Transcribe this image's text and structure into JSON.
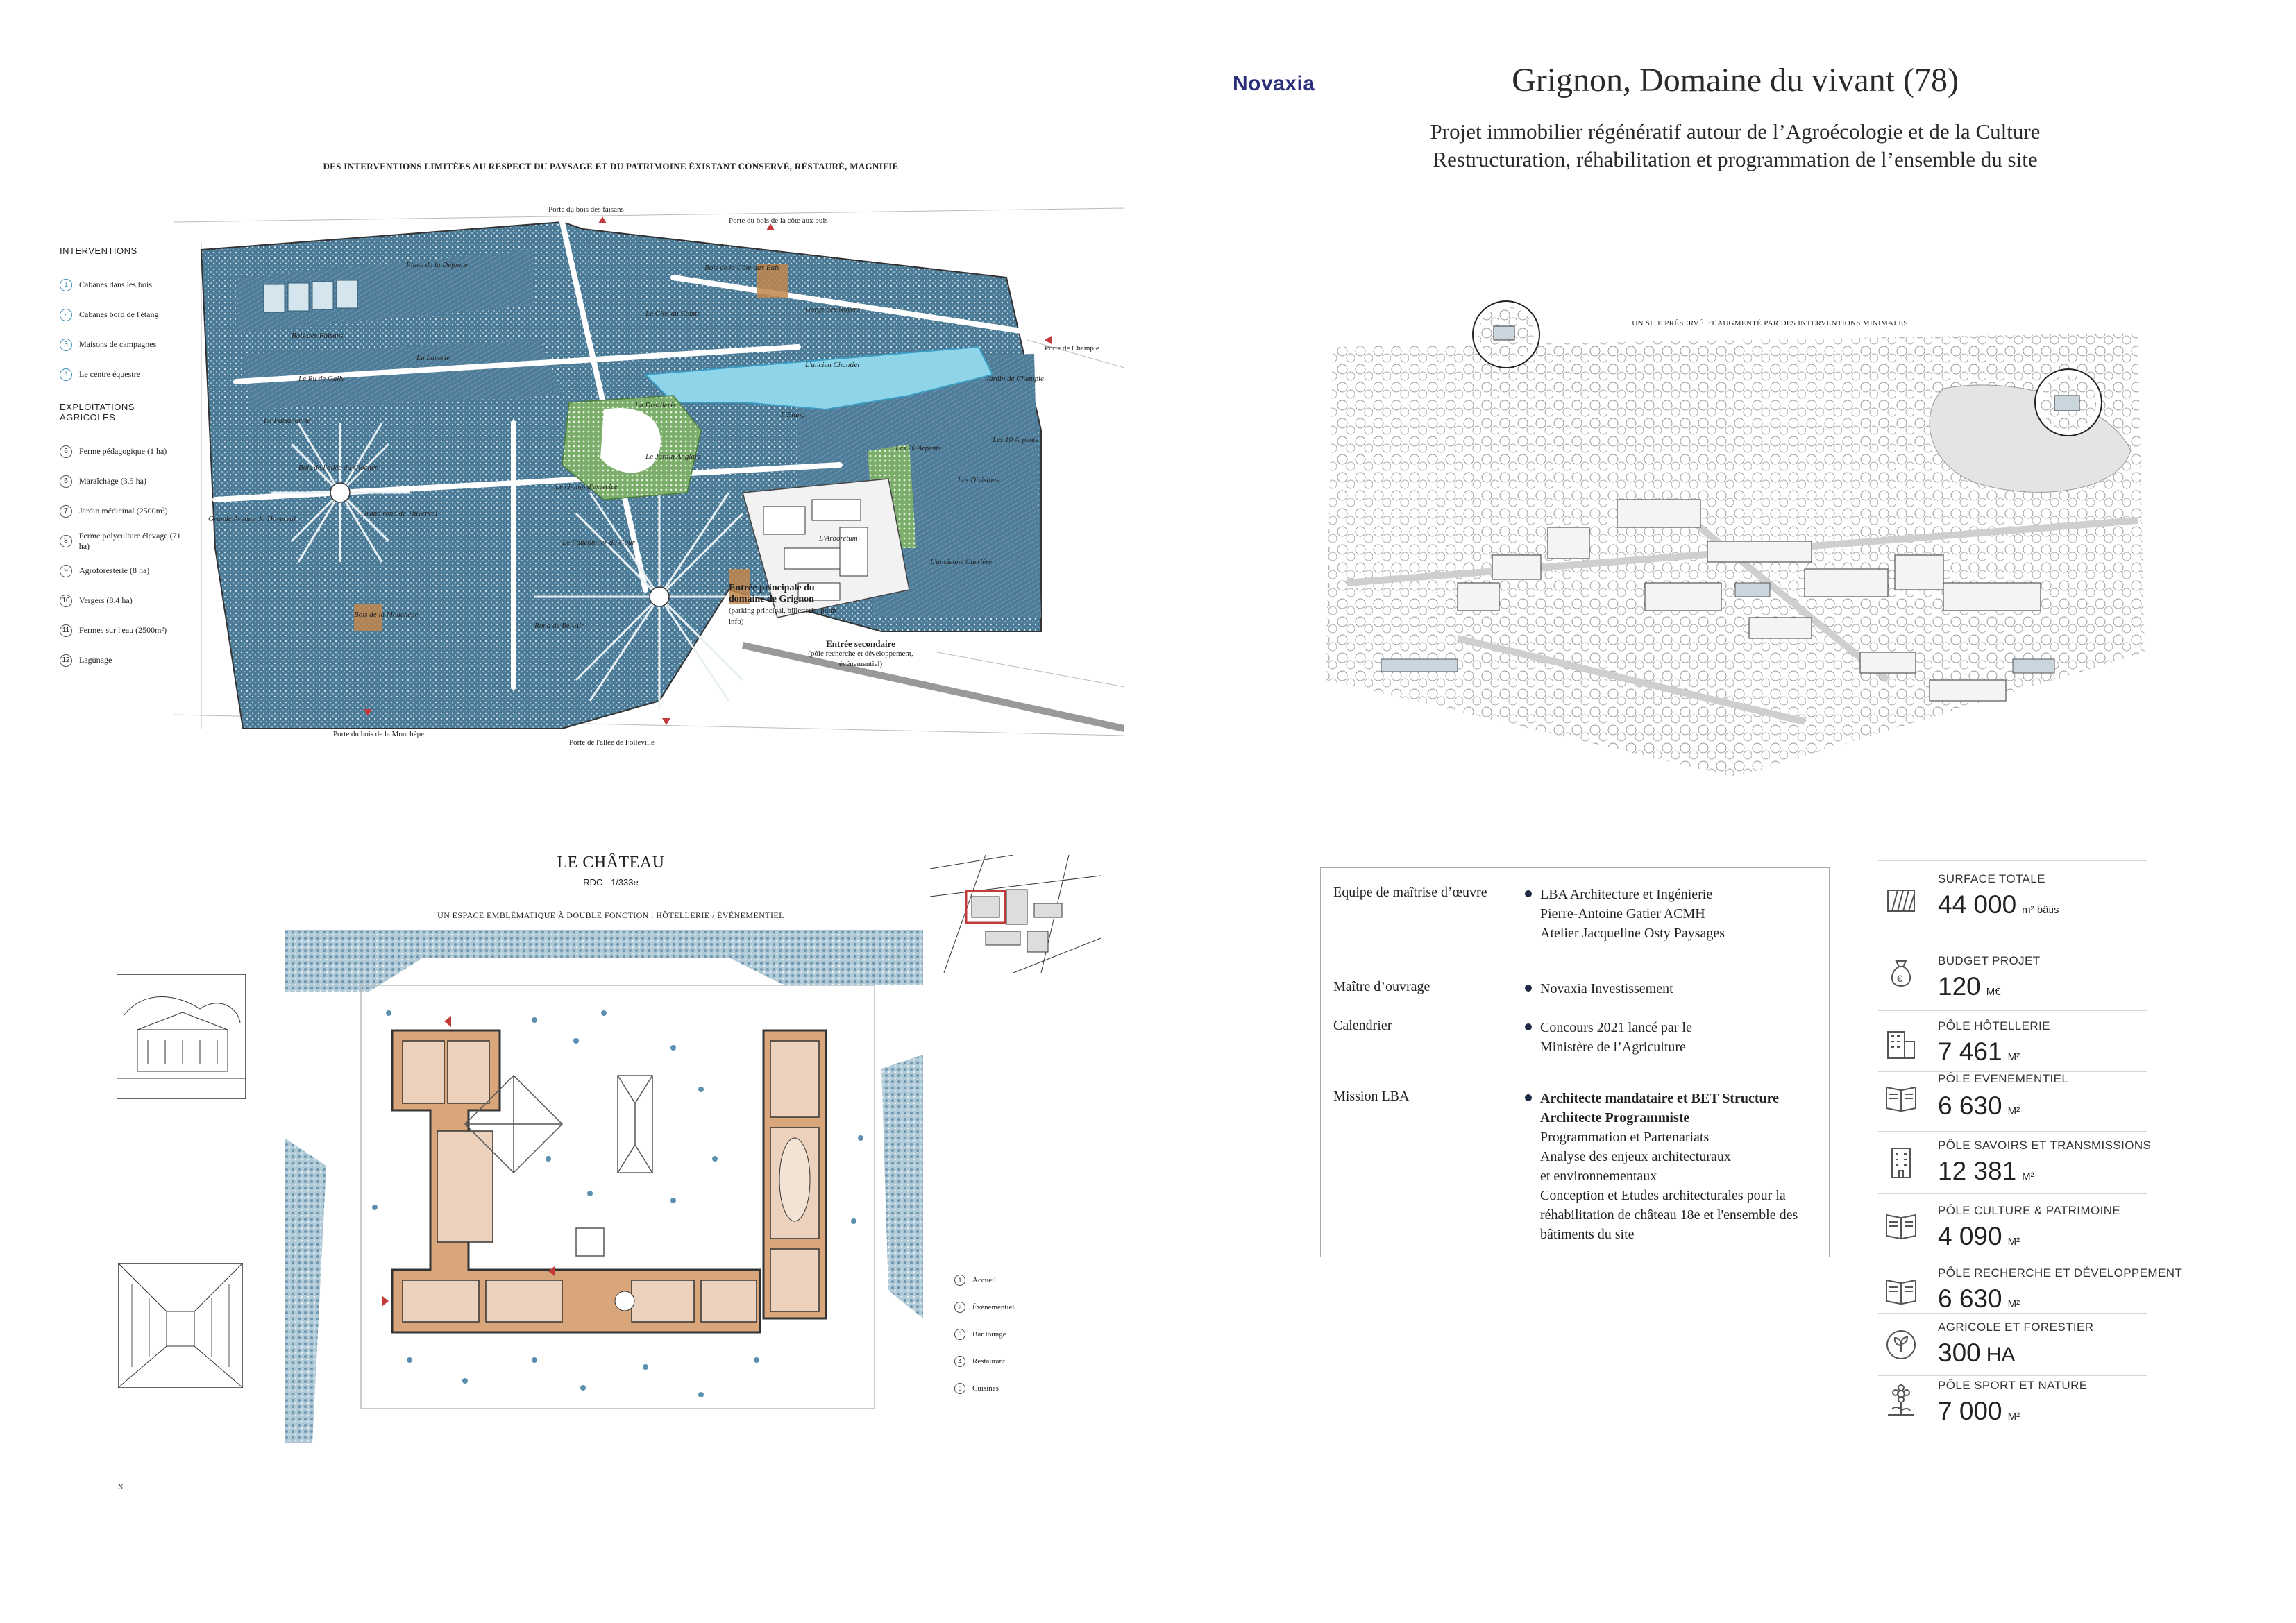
{
  "header": {
    "brand": "Novaxia",
    "title": "Grignon, Domaine du vivant (78)",
    "subtitle_line1": "Projet immobilier régénératif autour de l’Agroécologie et de la Culture",
    "subtitle_line2": "Restructuration, réhabilitation et programmation de l’ensemble du site"
  },
  "map": {
    "caption": "DES INTERVENTIONS LIMITÉES AU RESPECT DU PAYSAGE ET DU PATRIMOINE ÉXISTANT CONSERVÉ, RÉSTAURÉ, MAGNIFIÉ",
    "legend_interventions_title": "INTERVENTIONS",
    "interventions": [
      {
        "num": "1",
        "label": "Cabanes dans les bois"
      },
      {
        "num": "2",
        "label": "Cabanes bord de l'étang"
      },
      {
        "num": "3",
        "label": "Maisons de campagnes"
      },
      {
        "num": "4",
        "label": "Le centre équestre"
      }
    ],
    "legend_exploitations_title": "EXPLOITATIONS AGRICOLES",
    "exploitations": [
      {
        "num": "6",
        "label": "Ferme pédagogique (1 ha)"
      },
      {
        "num": "6",
        "label": "Maraîchage (3.5 ha)"
      },
      {
        "num": "7",
        "label": "Jardin médicinal (2500m²)"
      },
      {
        "num": "8",
        "label": "Ferme polyculture élevage (71 ha)"
      },
      {
        "num": "9",
        "label": "Agroforesterie (8 ha)"
      },
      {
        "num": "10",
        "label": "Vergers (8.4 ha)"
      },
      {
        "num": "11",
        "label": "Fermes sur l'eau (2500m²)"
      },
      {
        "num": "12",
        "label": "Lagunage"
      }
    ],
    "gates": {
      "faisans": "Porte du bois des faisans",
      "cote_buis": "Porte du bois de la côte aux buis",
      "champie": "Porte de Champie",
      "mouchepe": "Porte du bois de la Mouchèpe",
      "folleville": "Porte de l'allée de Folleville"
    },
    "entries": {
      "main_title": "Entrée principale du domaine de Grignon",
      "main_detail": "(parking principal, billetterie, point info)",
      "secondary_title": "Entrée secondaire",
      "secondary_detail": "(pôle recherche et développement, événementiel)"
    },
    "places": {
      "p1": "Place de la Défonce",
      "p2": "Bois de la Côte aux Buis",
      "p3": "Bois des Faisans",
      "p4": "Le Clos au Comte",
      "p5": "Gorge des Noyers",
      "p6": "La Laverie",
      "p7": "Le Ru de Gally",
      "p8": "La Distillerie",
      "p9": "L'Étang",
      "p10": "Le Jardin Anglais",
      "p11": "La Faisanderie",
      "p12": "Grande Avenue de Thiverval",
      "p13": "Grand rond de Thiverval",
      "p14": "Le Fauconnier du Gour",
      "p15": "Rond de Bel-Air",
      "p16": "Bois de la Mouchèpe",
      "p17": "Les 26 Arpents",
      "p18": "Les 10 Arpents",
      "p19": "Les Divisions",
      "p20": "L'ancienne Carrière",
      "p21": "L'Arboretum",
      "p22": "L'ancien Chantier",
      "p23": "Jardin de Champie",
      "p24": "Le champ d'exercice",
      "p25": "Bois de l'allée du Clocher"
    }
  },
  "aerial": {
    "caption": "UN SITE PRÉSERVÉ ET AUGMENTÉ PAR DES INTERVENTIONS MINIMALES"
  },
  "chateau": {
    "title": "LE CHÂTEAU",
    "scale": "RDC - 1/333e",
    "caption": "UN ESPACE EMBLÉMATIQUE À DOUBLE FONCTION : HÔTELLERIE / ÉVÉNEMENTIEL",
    "legend": [
      {
        "num": "1",
        "label": "Accueil"
      },
      {
        "num": "2",
        "label": "Événementiel"
      },
      {
        "num": "3",
        "label": "Bar lounge"
      },
      {
        "num": "4",
        "label": "Restaurant"
      },
      {
        "num": "5",
        "label": "Cuisines"
      }
    ],
    "footer_mark": "N"
  },
  "info": {
    "rows": [
      {
        "label": "Equipe de maîtrise d’œuvre",
        "lines": [
          "LBA Architecture et Ingénierie",
          "Pierre-Antoine Gatier ACMH",
          "Atelier Jacqueline Osty Paysages"
        ]
      },
      {
        "label": "Maître d’ouvrage",
        "lines": [
          "Novaxia Investissement"
        ]
      },
      {
        "label": "Calendrier",
        "lines": [
          "Concours 2021 lancé par le",
          "Ministère de l’Agriculture"
        ]
      },
      {
        "label": "Mission LBA",
        "bold_lines": [
          "Architecte mandataire et BET Structure",
          "Architecte Programmiste"
        ],
        "lines": [
          "Programmation et Partenariats",
          "Analyse des enjeux architecturaux",
          "et environnementaux",
          "Conception et Etudes architecturales pour la",
          "réhabilitation de château 18e et l'ensemble des",
          "bâtiments du site"
        ]
      }
    ]
  },
  "stats": [
    {
      "icon": "surface-icon",
      "label": "SURFACE TOTALE",
      "value": "44 000",
      "unit": "m² bâtis"
    },
    {
      "icon": "money-bag-icon",
      "label": "BUDGET PROJET",
      "value": "120",
      "unit": "M€"
    },
    {
      "icon": "hotel-icon",
      "label": "PÔLE HÔTELLERIE",
      "value": "7 461",
      "unit": "M²"
    },
    {
      "icon": "book-icon",
      "label": "PÔLE EVENEMENTIEL",
      "value": "6 630",
      "unit": "M²"
    },
    {
      "icon": "building-icon",
      "label": "PÔLE SAVOIRS ET TRANSMISSIONS",
      "value": "12 381",
      "unit": "M²"
    },
    {
      "icon": "book-icon",
      "label": "PÔLE CULTURE & PATRIMOINE",
      "value": "4 090",
      "unit": "M²"
    },
    {
      "icon": "book-icon",
      "label": "PÔLE RECHERCHE ET DÉVELOPPEMENT",
      "value": "6 630",
      "unit": "M²"
    },
    {
      "icon": "leaf-icon",
      "label": "AGRICOLE ET FORESTIER",
      "value": "300",
      "unit": "HA"
    },
    {
      "icon": "flower-icon",
      "label": "PÔLE SPORT ET NATURE",
      "value": "7 000",
      "unit": "M²"
    }
  ]
}
